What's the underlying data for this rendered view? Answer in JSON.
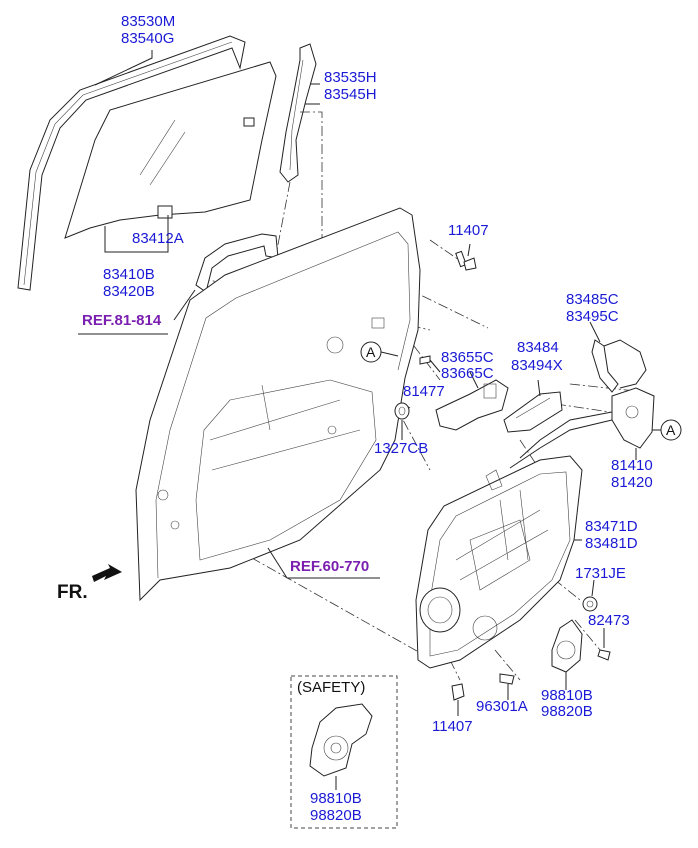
{
  "labels": {
    "p83530m": "83530M",
    "p83540g": "83540G",
    "p83535h": "83535H",
    "p83545h": "83545H",
    "p83412a": "83412A",
    "p83410b": "83410B",
    "p83420b": "83420B",
    "p11407_top": "11407",
    "p83485c": "83485C",
    "p83495c": "83495C",
    "p83655c": "83655C",
    "p83665c": "83665C",
    "p83484": "83484",
    "p83494x": "83494X",
    "p81477": "81477",
    "p1327cb": "1327CB",
    "p81410": "81410",
    "p81420": "81420",
    "p83471d": "83471D",
    "p83481d": "83481D",
    "p1731je": "1731JE",
    "p82473": "82473",
    "p98810b": "98810B",
    "p98820b": "98820B",
    "p96301a": "96301A",
    "p11407_bot": "11407",
    "p98810b_s": "98810B",
    "p98820b_s": "98820B"
  },
  "refs": {
    "ref81": "REF.81-814",
    "ref60": "REF.60-770"
  },
  "markers": {
    "a1": "A",
    "a2": "A"
  },
  "safety_title": "(SAFETY)",
  "direction_label": "FR.",
  "colors": {
    "part_number": "#1a1ad6",
    "reference": "#7a1fb0",
    "line": "#222222"
  }
}
